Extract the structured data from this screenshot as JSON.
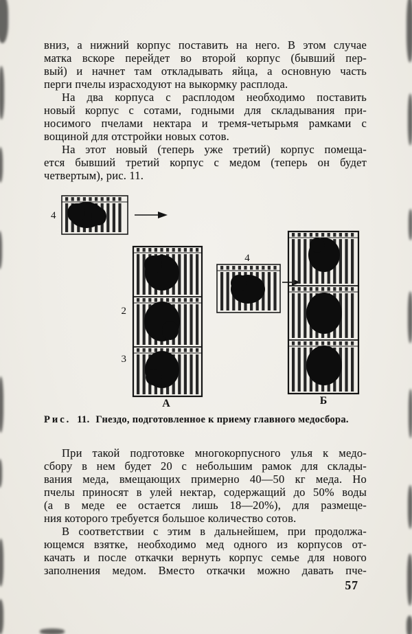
{
  "page_number": "57",
  "colors": {
    "paper": "#efede7",
    "ink": "#1a1a1a"
  },
  "content": {
    "paragraphs_top": [
      {
        "lines": [
          "вниз, а нижний корпус поставить на него. В этом случае",
          "матка вскоре перейдет во второй корпус (бывший пер-",
          "вый) и начнет там откладывать яйца, а основную часть",
          "перги пчелы израсходуют на выкормку расплода."
        ]
      },
      {
        "lines": [
          "На два корпуса с расплодом необходимо поставить",
          "новый корпус с сотами, годными для складывания при-",
          "носимого пчелами нектара и тремя-четырьмя рамками с",
          "вощиной для отстройки новых сотов."
        ]
      },
      {
        "lines": [
          "На этот новый (теперь уже третий) корпус помеща-",
          "ется бывший третий корпус с медом (теперь он будет",
          "четвертым), рис. 11."
        ]
      }
    ],
    "paragraphs_bottom": [
      {
        "lines": [
          "При такой подготовке многокорпусного улья к медо-",
          "сбору в нем будет 20 с небольшим рамок для склады-",
          "вания меда, вмещающих примерно 40—50 кг меда. Но",
          "пчелы приносят в улей нектар, содержащий до 50% воды",
          "(а в меде ее остается лишь 18—20%), для размеще-",
          "ния которого требуется большое количество сотов."
        ]
      },
      {
        "lines": [
          "В соответствии с этим в дальнейшем, при продолжа-",
          "ющемся взятке, необходимо мед одного из корпусов от-",
          "качать и после откачки вернуть корпус семье для нового",
          "заполнения медом. Вместо откачки можно давать пче-"
        ]
      }
    ]
  },
  "figure": {
    "labels": {
      "top_left_box": "4",
      "stack_a_mid": "2",
      "stack_a_bottom": "3",
      "stack_a": "А",
      "right_box": "4",
      "stack_b": "Б"
    },
    "caption_word": "Рис.",
    "caption_number": "11.",
    "caption_text": "Гнездо, подготовленное к приему главного медосбора."
  }
}
